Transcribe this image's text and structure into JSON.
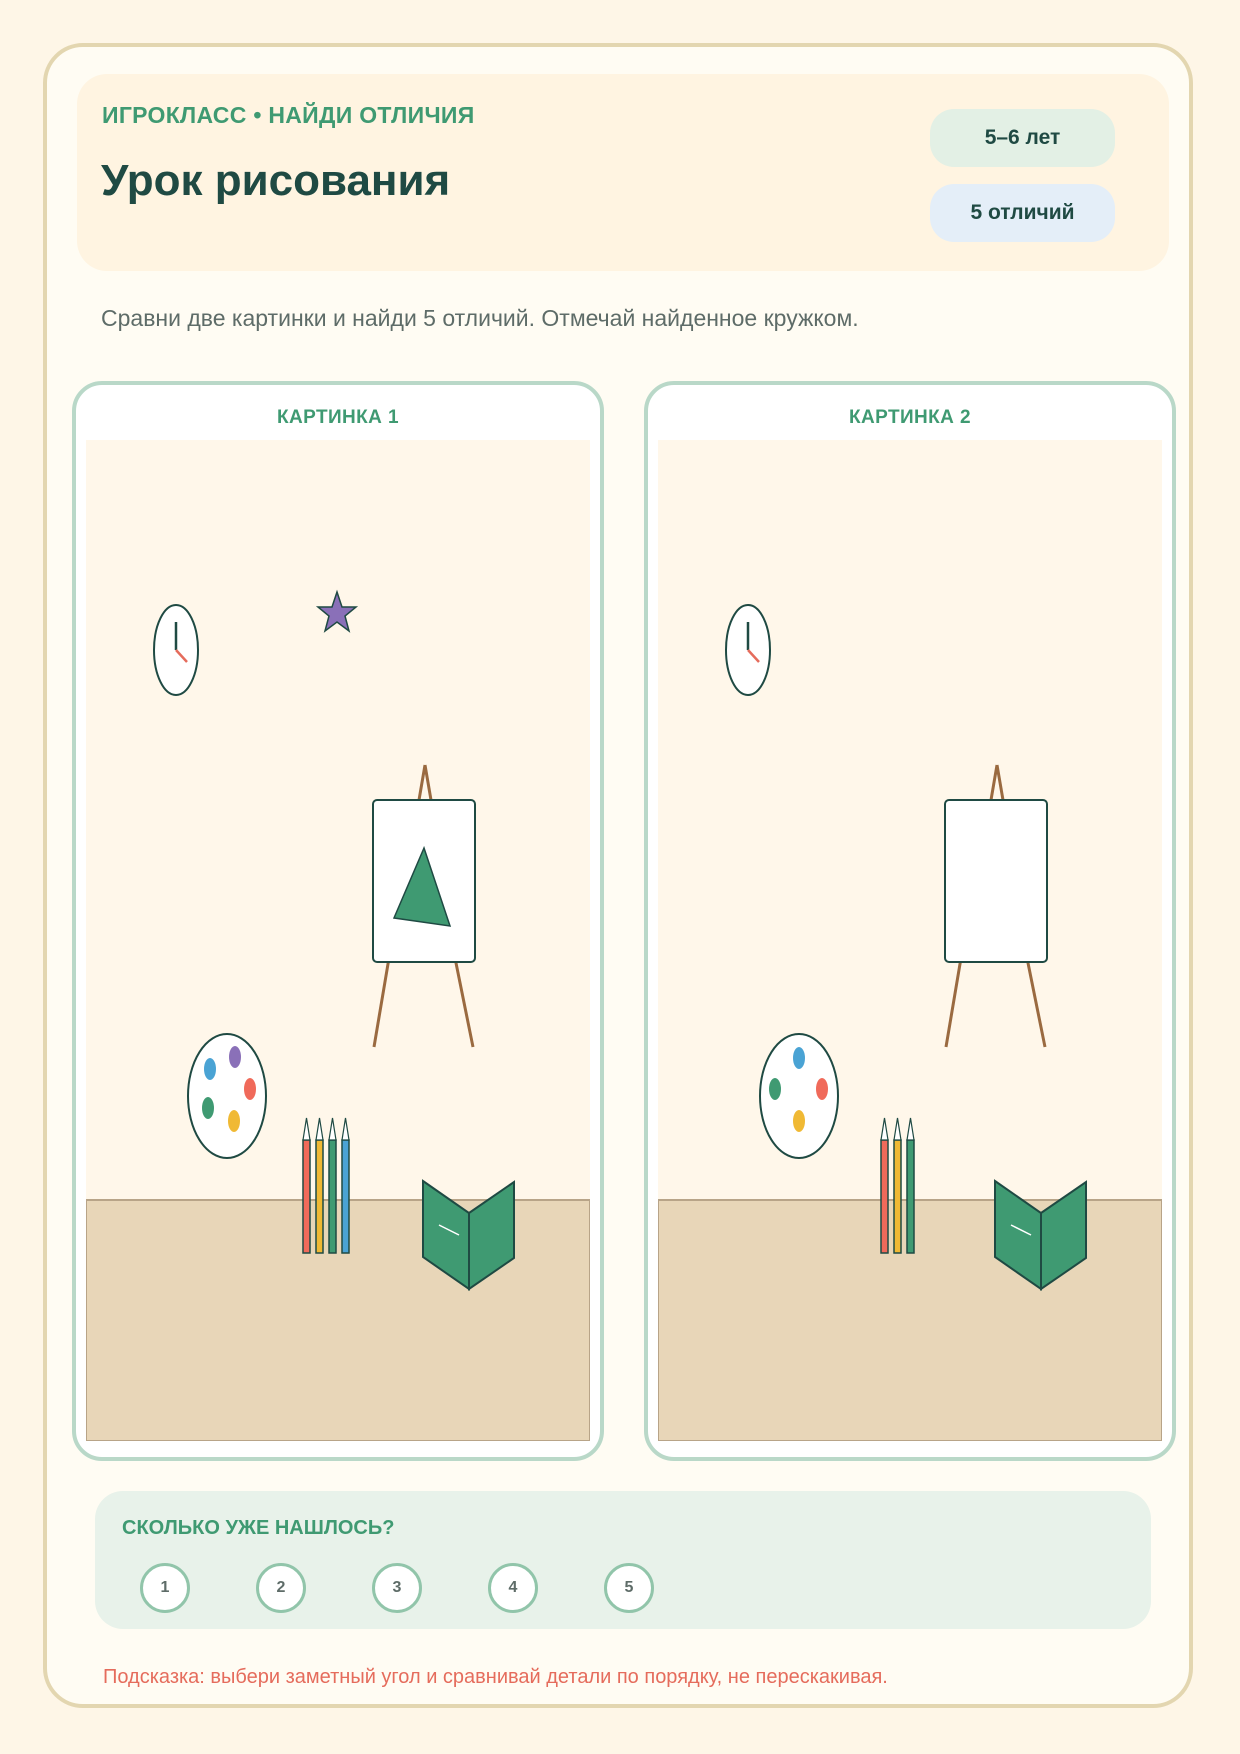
{
  "header": {
    "kicker": "ИГРОКЛАСС • НАЙДИ ОТЛИЧИЯ",
    "title": "Урок рисования",
    "age_badge": "5–6 лет",
    "count_badge": "5 отличий"
  },
  "instruction": "Сравни две картинки и найди 5 отличий. Отмечай найденное кружком.",
  "pictures": [
    {
      "label": "КАРТИНКА 1"
    },
    {
      "label": "КАРТИНКА 2"
    }
  ],
  "counter": {
    "title": "СКОЛЬКО УЖЕ НАШЛОСЬ?",
    "circles": [
      "1",
      "2",
      "3",
      "4",
      "5"
    ]
  },
  "hint": "Подсказка: выбери заметный угол и сравнивай детали по порядку, не перескакивая.",
  "colors": {
    "accent_green": "#3f9a72",
    "dark_teal": "#1f4a43",
    "hint_red": "#e56c5c",
    "wall": "#fff7ea",
    "floor": "#e8d6b8"
  }
}
